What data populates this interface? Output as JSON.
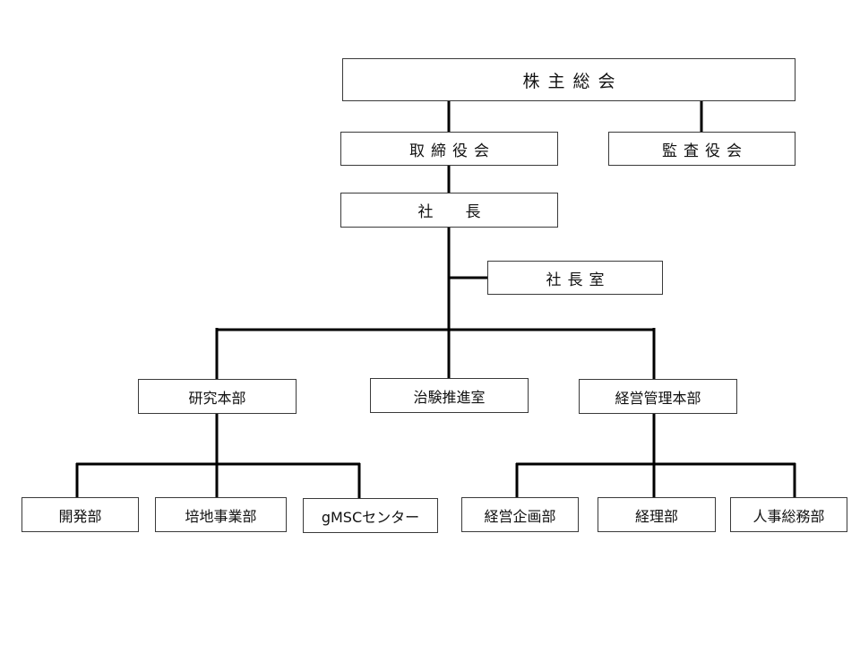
{
  "org_chart": {
    "shareholders_meeting": "株主総会",
    "board_of_directors": "取締役会",
    "audit_board": "監査役会",
    "president": "社長",
    "president_office": "社長室",
    "research_hq": "研究本部",
    "clinical_trial_office": "治験推進室",
    "management_hq": "経営管理本部",
    "development_dept": "開発部",
    "culture_business_dept": "培地事業部",
    "gmsc_center": "gMSCセンター",
    "corporate_planning_dept": "経営企画部",
    "accounting_dept": "経理部",
    "hr_general_affairs_dept": "人事総務部"
  },
  "colors": {
    "line": "#000000",
    "box_border": "#3a3a3a",
    "text": "#111111",
    "background": "#ffffff"
  }
}
